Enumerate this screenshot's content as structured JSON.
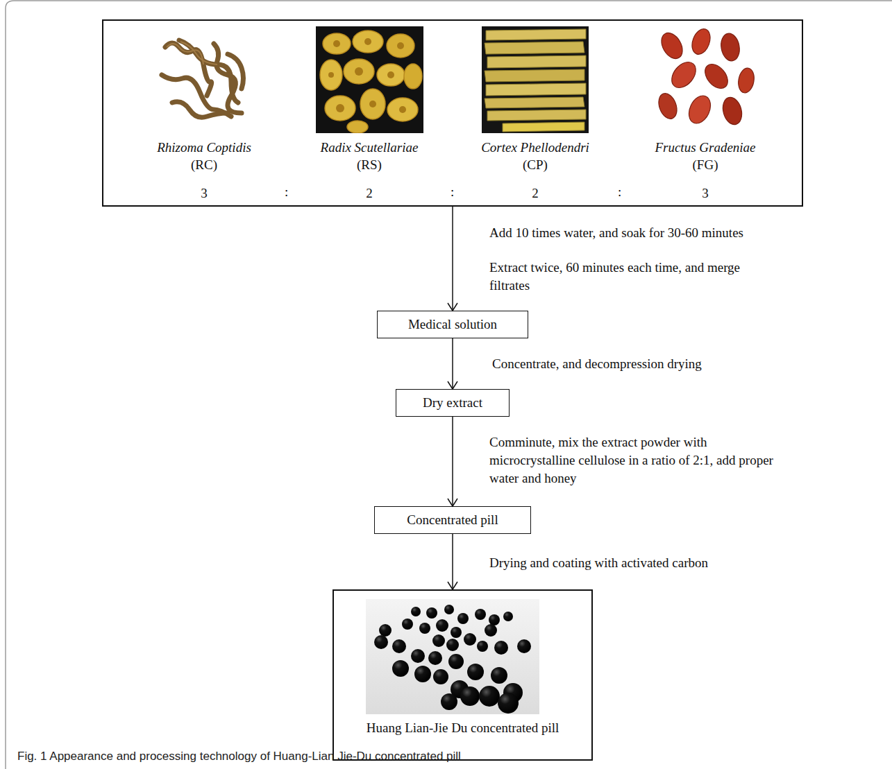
{
  "diagram": {
    "caption": "Fig. 1  Appearance and processing technology of Huang-Lian Jie-Du concentrated pill",
    "nodes": [
      {
        "text": [
          ":",
          ":",
          ":"
        ]
      },
      {
        "text": [
          "Rhizoma Coptidis",
          "(RC)",
          "3"
        ],
        "in": 0
      },
      {
        "text": [
          "Radix Scutellariae",
          "(RS)",
          "2"
        ],
        "in": 0
      },
      {
        "text": [
          "Cortex Phellodendri",
          "(CP)",
          "2"
        ],
        "in": 0
      },
      {
        "text": [
          "Fructus Gradeniae",
          "(FG)",
          "3"
        ],
        "in": 0
      },
      {
        "text": [
          "Medical solution"
        ]
      },
      {
        "text": [
          "Dry extract"
        ]
      },
      {
        "text": [
          "Concentrated pill"
        ]
      },
      {
        "text": [
          "Huang Lian-Jie Du concentrated pill"
        ]
      }
    ],
    "edges": [
      {
        "from": 0,
        "to": 5,
        "arrow": "to"
      },
      {
        "from": 5,
        "to": 6,
        "arrow": "to"
      },
      {
        "from": 6,
        "to": 7,
        "arrow": "to"
      },
      {
        "from": 7,
        "to": 8,
        "arrow": "to"
      }
    ],
    "labels": [
      "Add 10 times water, and soak for 30-60 minutes",
      "Extract twice, 60 minutes each time, and merge filtrates",
      "Concentrate, and decompression drying",
      "Comminute, mix the extract powder with microcrystalline cellulose in a ratio of 2:1, add proper water and honey",
      "Drying and coating with activated carbon"
    ]
  }
}
